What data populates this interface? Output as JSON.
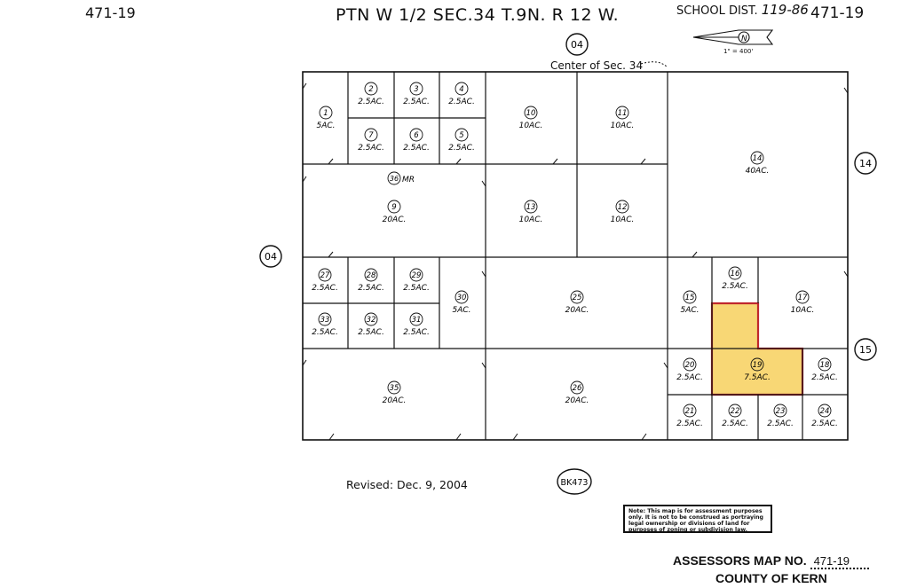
{
  "header": {
    "title": "PTN W 1/2 SEC.34 T.9N. R 12 W.",
    "page_left": "471-19",
    "page_right": "471-19",
    "school_dist_label": "SCHOOL DIST.",
    "school_dist_value": "119-86"
  },
  "scale_note": "1\" = 400'",
  "north_arrow_label": "N",
  "center_label": "Center of Sec. 34",
  "adjacent_pages": {
    "top": "04",
    "left": "04",
    "right_top": "14",
    "right_bottom": "15",
    "bottom": "BK473"
  },
  "parcels": {
    "p1": {
      "num": "1",
      "area": "5AC."
    },
    "p2": {
      "num": "2",
      "area": "2.5AC."
    },
    "p3": {
      "num": "3",
      "area": "2.5AC."
    },
    "p4": {
      "num": "4",
      "area": "2.5AC."
    },
    "p5": {
      "num": "5",
      "area": "2.5AC."
    },
    "p6": {
      "num": "6",
      "area": "2.5AC."
    },
    "p7": {
      "num": "7",
      "area": "2.5AC."
    },
    "p9": {
      "num": "9",
      "area": "20AC."
    },
    "p10": {
      "num": "10",
      "area": "10AC."
    },
    "p11": {
      "num": "11",
      "area": "10AC."
    },
    "p12": {
      "num": "12",
      "area": "10AC."
    },
    "p13": {
      "num": "13",
      "area": "10AC."
    },
    "p14": {
      "num": "14",
      "area": "40AC."
    },
    "p15": {
      "num": "15",
      "area": "5AC."
    },
    "p16": {
      "num": "16",
      "area": "2.5AC."
    },
    "p17": {
      "num": "17",
      "area": "10AC."
    },
    "p18": {
      "num": "18",
      "area": "2.5AC."
    },
    "p19": {
      "num": "19",
      "area": "7.5AC."
    },
    "p20": {
      "num": "20",
      "area": "2.5AC."
    },
    "p21": {
      "num": "21",
      "area": "2.5AC."
    },
    "p22": {
      "num": "22",
      "area": "2.5AC."
    },
    "p23": {
      "num": "23",
      "area": "2.5AC."
    },
    "p24": {
      "num": "24",
      "area": "2.5AC."
    },
    "p25": {
      "num": "25",
      "area": "20AC."
    },
    "p26": {
      "num": "26",
      "area": "20AC."
    },
    "p27": {
      "num": "27",
      "area": "2.5AC."
    },
    "p28": {
      "num": "28",
      "area": "2.5AC."
    },
    "p29": {
      "num": "29",
      "area": "2.5AC."
    },
    "p30": {
      "num": "30",
      "area": "5AC."
    },
    "p31": {
      "num": "31",
      "area": "2.5AC."
    },
    "p32": {
      "num": "32",
      "area": "2.5AC."
    },
    "p33": {
      "num": "33",
      "area": "2.5AC."
    },
    "p35": {
      "num": "35",
      "area": "20AC."
    },
    "p36": {
      "num": "36",
      "area": "MR"
    }
  },
  "highlight_color": "#f8d775",
  "highlight_border": "#c0282d",
  "revised": "Revised: Dec. 9, 2004",
  "note": "Note: This map is for assessment purposes only. It is not to be construed as portraying legal ownership or divisions of land for purposes of zoning or subdivision law.",
  "footer": {
    "assessors_label": "ASSESSORS MAP NO.",
    "assessors_no": "471-19",
    "county": "COUNTY OF KERN"
  }
}
